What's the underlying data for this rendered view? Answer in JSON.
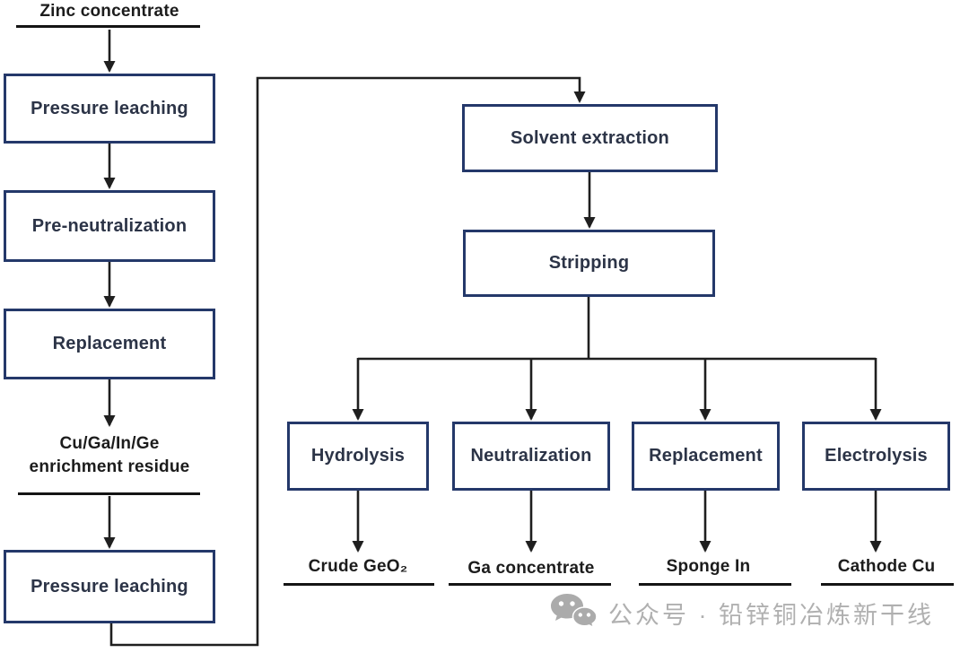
{
  "flowchart": {
    "source_label": "Zinc concentrate",
    "left_chain": {
      "pressure_leaching_1": "Pressure leaching",
      "pre_neutralization": "Pre-neutralization",
      "replacement": "Replacement",
      "residue_line1": "Cu/Ga/In/Ge",
      "residue_line2": "enrichment residue",
      "pressure_leaching_2": "Pressure leaching"
    },
    "right_chain": {
      "solvent_extraction": "Solvent extraction",
      "stripping": "Stripping"
    },
    "branches": [
      {
        "process": "Hydrolysis",
        "product": "Crude GeO₂"
      },
      {
        "process": "Neutralization",
        "product": "Ga concentrate"
      },
      {
        "process": "Replacement",
        "product": "Sponge In"
      },
      {
        "process": "Electrolysis",
        "product": "Cathode Cu"
      }
    ],
    "colors": {
      "box_border": "#24386a",
      "box_text": "#2c3447",
      "line": "#1f1f1f",
      "label_text": "#1c1c1c",
      "label_underline": "#141414",
      "watermark": "#b0b0b0"
    }
  },
  "watermark": {
    "icon": "wechat-logo",
    "text": "公众号 · 铅锌铜冶炼新干线"
  }
}
